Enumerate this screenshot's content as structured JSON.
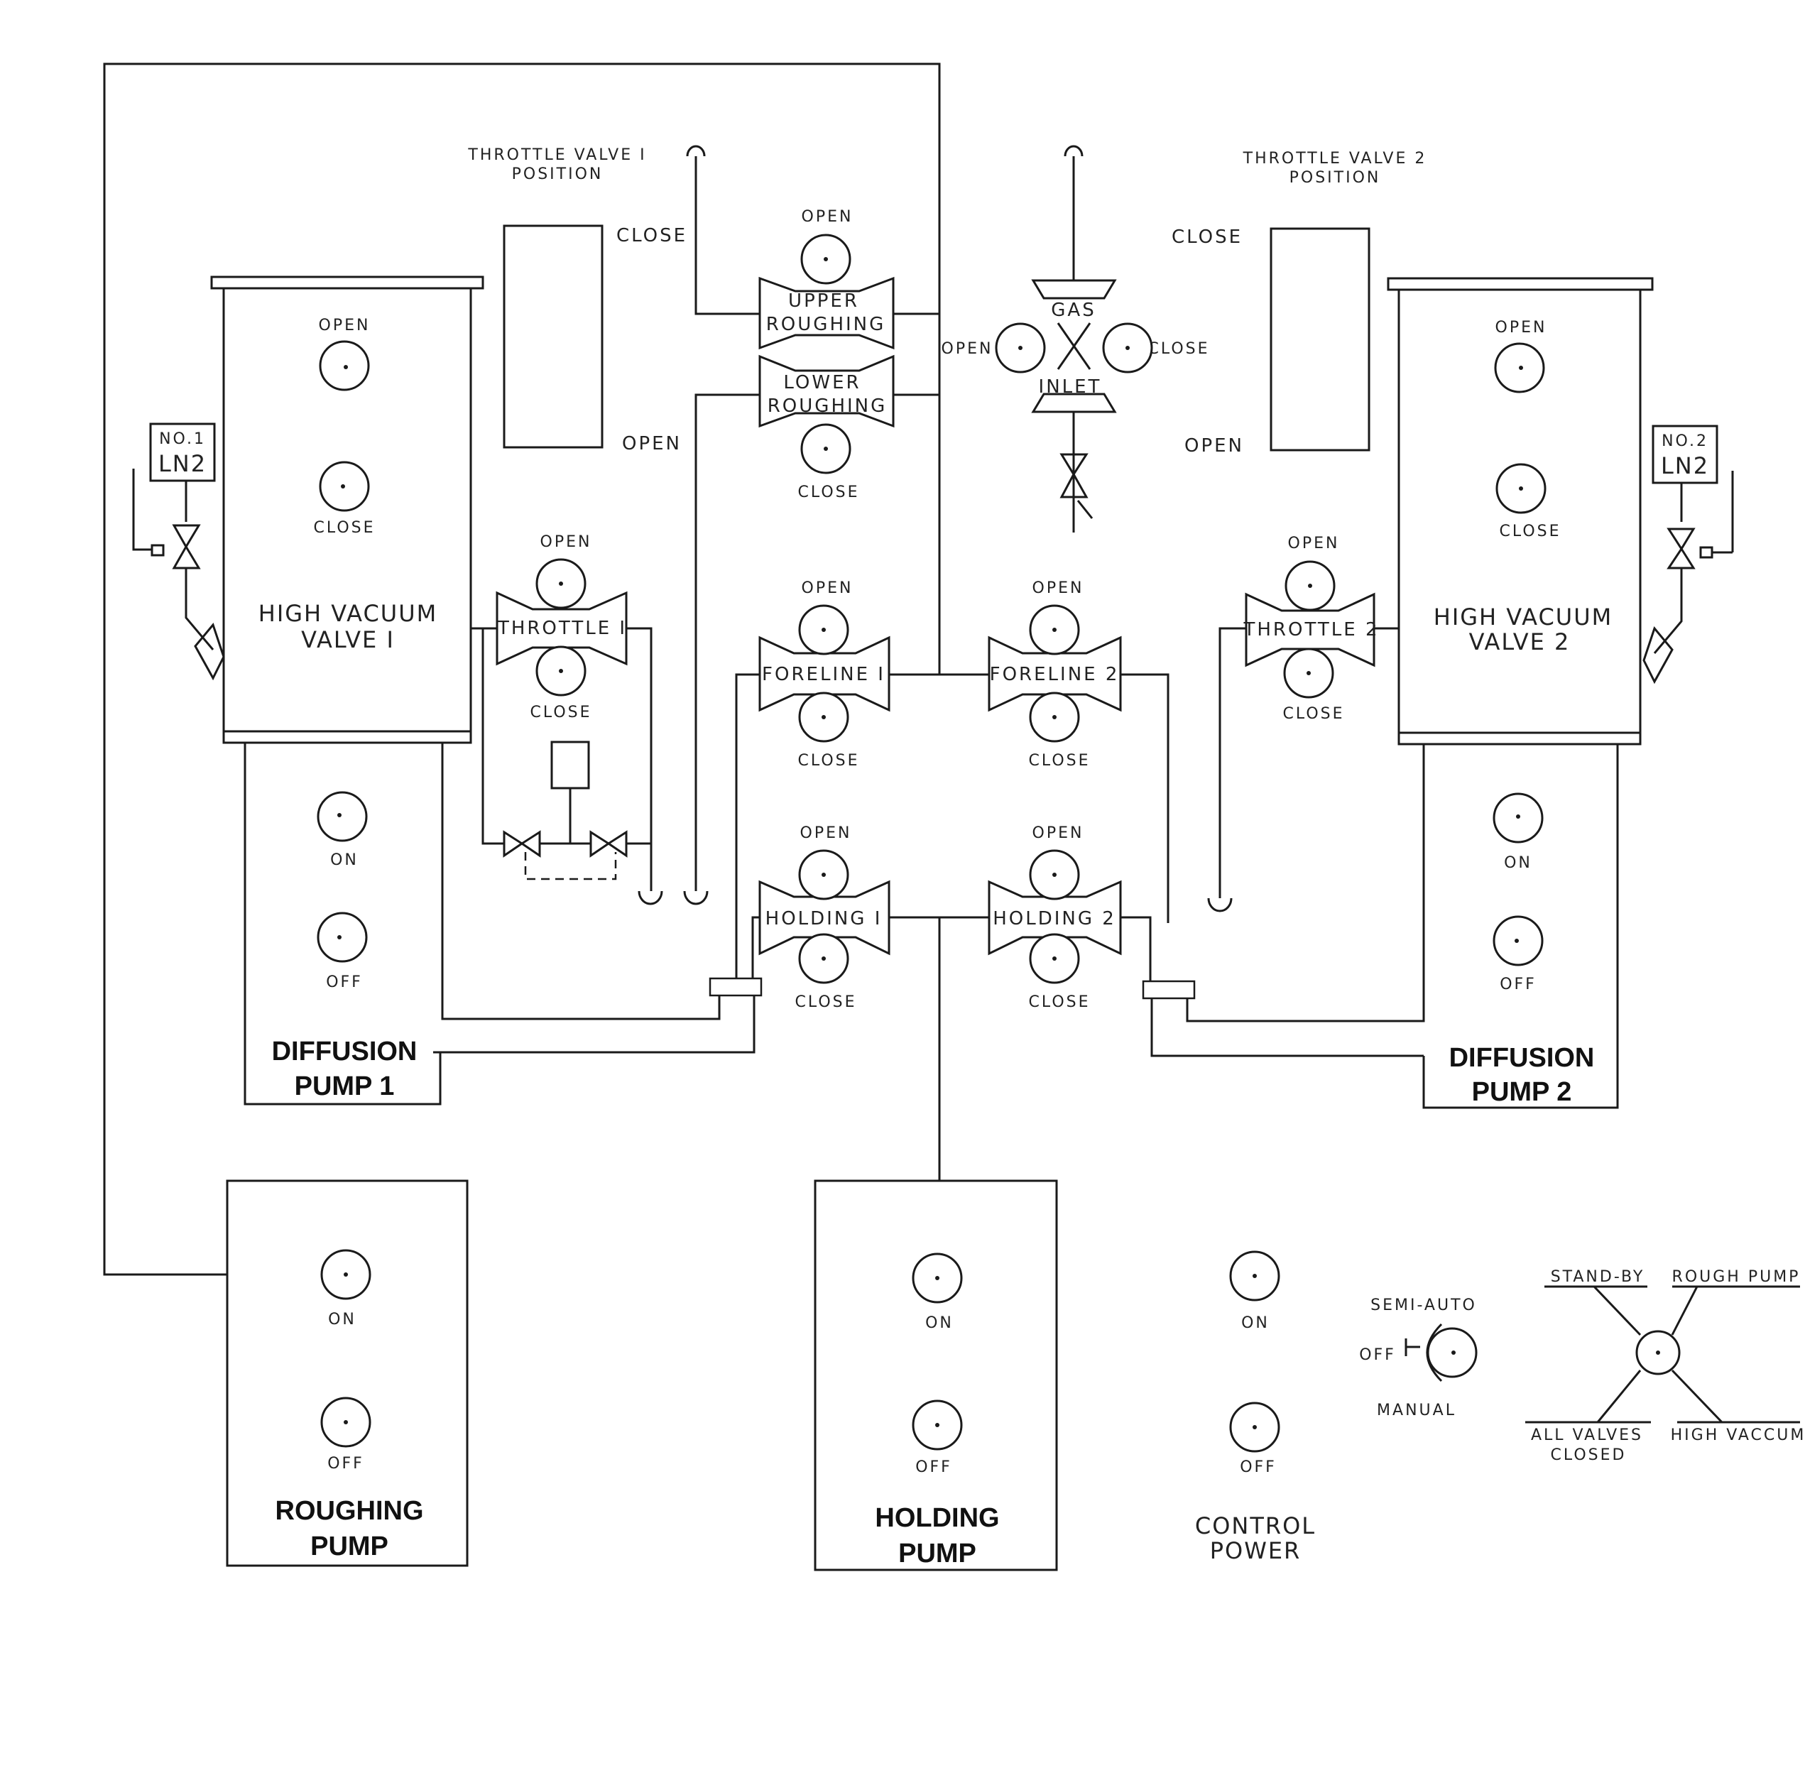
{
  "labels": {
    "throttle1_position": [
      "THROTTLE VALVE I",
      "POSITION"
    ],
    "throttle2_position": [
      "THROTTLE VALVE 2",
      "POSITION"
    ],
    "close": "CLOSE",
    "open": "OPEN",
    "on": "ON",
    "off": "OFF",
    "upper_roughing": [
      "UPPER",
      "ROUGHING"
    ],
    "lower_roughing": [
      "LOWER",
      "ROUGHING"
    ],
    "gas_inlet": [
      "GAS",
      "INLET"
    ],
    "hv1": [
      "HIGH VACUUM",
      "VALVE I"
    ],
    "hv2": [
      "HIGH VACUUM",
      "VALVE 2"
    ],
    "throttle1": "THROTTLE I",
    "throttle2": "THROTTLE 2",
    "foreline1": "FORELINE I",
    "foreline2": "FORELINE 2",
    "holding1": "HOLDING I",
    "holding2": "HOLDING 2",
    "ln1": [
      "NO.1",
      "LN2"
    ],
    "ln2": [
      "NO.2",
      "LN2"
    ],
    "diffusion1": [
      "DIFFUSION",
      "PUMP 1"
    ],
    "diffusion2": [
      "DIFFUSION",
      "PUMP 2"
    ],
    "roughing_pump": [
      "ROUGHING",
      "PUMP"
    ],
    "holding_pump": [
      "HOLDING",
      "PUMP"
    ],
    "control_power": [
      "CONTROL",
      "POWER"
    ],
    "semi_auto": "SEMI-AUTO",
    "manual": "MANUAL",
    "stand_by": "STAND-BY",
    "rough_pump": "ROUGH PUMP",
    "all_valves_closed": [
      "ALL VALVES",
      "CLOSED"
    ],
    "high_vacuum": "HIGH VACCUM"
  }
}
